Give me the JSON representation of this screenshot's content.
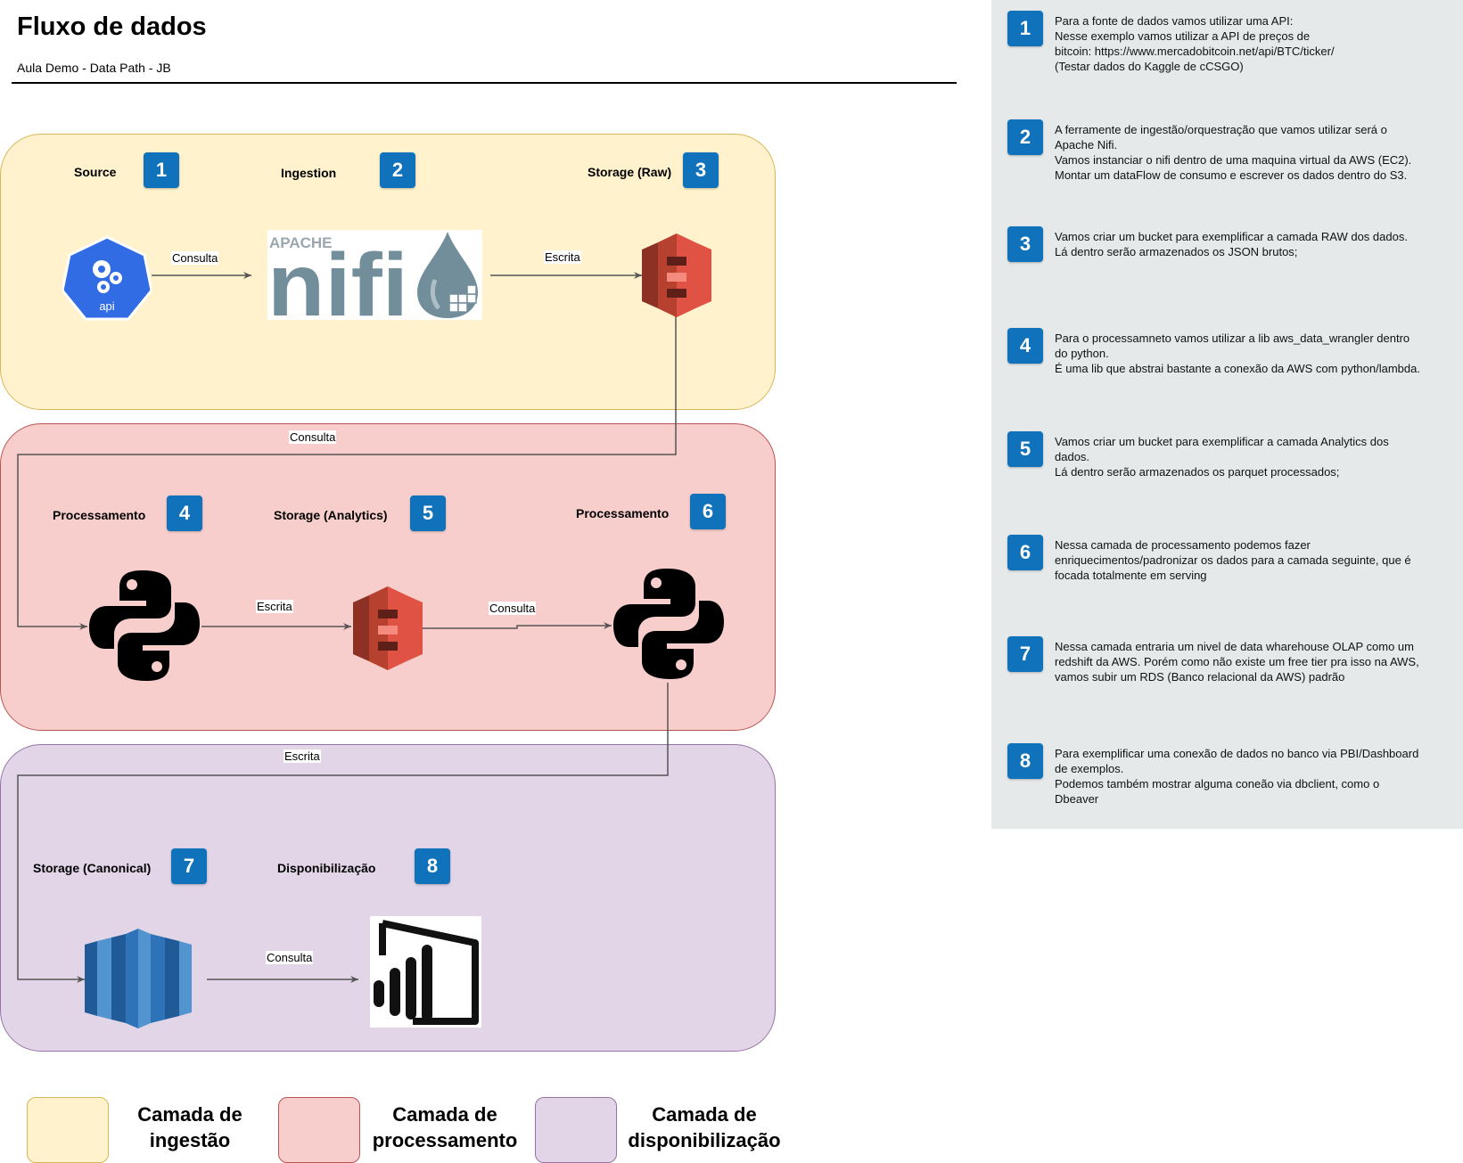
{
  "header": {
    "title": "Fluxo de dados",
    "subtitle": "Aula Demo - Data Path - JB"
  },
  "diagram": {
    "steps": [
      {
        "number": "1",
        "label": "Source"
      },
      {
        "number": "2",
        "label": "Ingestion"
      },
      {
        "number": "3",
        "label": "Storage (Raw)"
      },
      {
        "number": "4",
        "label": "Processamento"
      },
      {
        "number": "5",
        "label": "Storage (Analytics)"
      },
      {
        "number": "6",
        "label": "Processamento"
      },
      {
        "number": "7",
        "label": "Storage (Canonical)"
      },
      {
        "number": "8",
        "label": "Disponibilização"
      }
    ],
    "edges": [
      {
        "label": "Consulta"
      },
      {
        "label": "Escrita"
      },
      {
        "label": "Consulta"
      },
      {
        "label": "Escrita"
      },
      {
        "label": "Consulta"
      },
      {
        "label": "Escrita"
      },
      {
        "label": "Consulta"
      }
    ],
    "icons": {
      "api_label": "api",
      "nifi_apache": "APACHE",
      "nifi_word": "nifi"
    },
    "colors": {
      "ingest_fill": "#fff2cc",
      "proc_fill": "#f8cecc",
      "disp_fill": "#e1d5e7",
      "badge": "#0f72ba",
      "s3_red": "#e05243",
      "redshift_blue": "#2e73b8"
    }
  },
  "notes": [
    {
      "number": "1",
      "text": "Para a fonte de dados vamos utilizar uma API:\nNesse exemplo vamos utilizar a API de preços de\nbitcoin: https://www.mercadobitcoin.net/api/BTC/ticker/\n(Testar dados do Kaggle de cCSGO)"
    },
    {
      "number": "2",
      "text": "A ferramente de ingestão/orquestração que vamos utilizar será o\nApache Nifi.\nVamos instanciar o nifi dentro de uma maquina virtual da AWS (EC2).\nMontar um dataFlow de consumo e escrever os dados dentro do S3."
    },
    {
      "number": "3",
      "text": "Vamos criar um bucket para exemplificar a camada RAW dos dados.\nLá dentro serão armazenados os JSON brutos;"
    },
    {
      "number": "4",
      "text": "Para o  processamneto vamos utilizar a lib aws_data_wrangler dentro\ndo python.\nÉ uma lib que abstrai bastante a conexão da AWS com python/lambda."
    },
    {
      "number": "5",
      "text": "Vamos criar um bucket para exemplificar a camada Analytics dos\ndados.\nLá dentro serão armazenados os parquet processados;"
    },
    {
      "number": "6",
      "text": "Nessa camada de processamento podemos fazer\nenriquecimentos/padronizar os dados para a camada seguinte, que é\nfocada totalmente em serving"
    },
    {
      "number": "7",
      "text": "Nessa camada entraria um nivel de data wharehouse OLAP como um\nredshift da AWS. Porém como não existe um free tier pra isso na AWS,\nvamos subir um RDS (Banco relacional da AWS) padrão"
    },
    {
      "number": "8",
      "text": "Para exemplificar uma conexão de dados no banco via PBI/Dashboard\nde exemplos.\nPodemos também mostrar alguma coneão via dbclient, como o\nDbeaver"
    }
  ],
  "legend": [
    {
      "text": "Camada de\ningestão",
      "color": "#fff2cc",
      "border": "#d6b656"
    },
    {
      "text": "Camada de\nprocessamento",
      "color": "#f8cecc",
      "border": "#b85450"
    },
    {
      "text": "Camada de\ndisponibilização",
      "color": "#e1d5e7",
      "border": "#9673a6"
    }
  ]
}
